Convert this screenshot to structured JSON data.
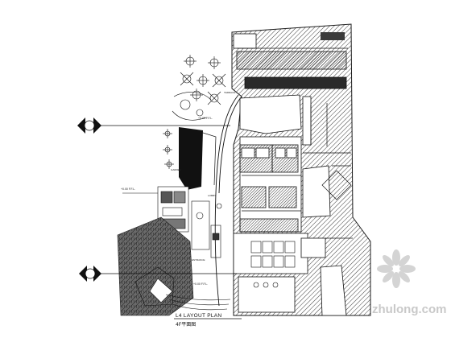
{
  "plan": {
    "title": "L4 LAYOUT PLAN",
    "subtitle": "4F平面图",
    "level_marks": [
      "+0.00 F.F.L.",
      "+0.00 F.F.L.",
      "+0.00 F.F.L."
    ],
    "room_labels": [
      "TERRACE",
      "GARDEN",
      "ENTRANCE",
      "LOBBY"
    ]
  },
  "watermark": {
    "text": "zhulong.com"
  },
  "colors": {
    "line": "#1a1a1a",
    "hatch": "#3a3a3a",
    "background": "#ffffff",
    "watermark": "#cfcfcf"
  }
}
